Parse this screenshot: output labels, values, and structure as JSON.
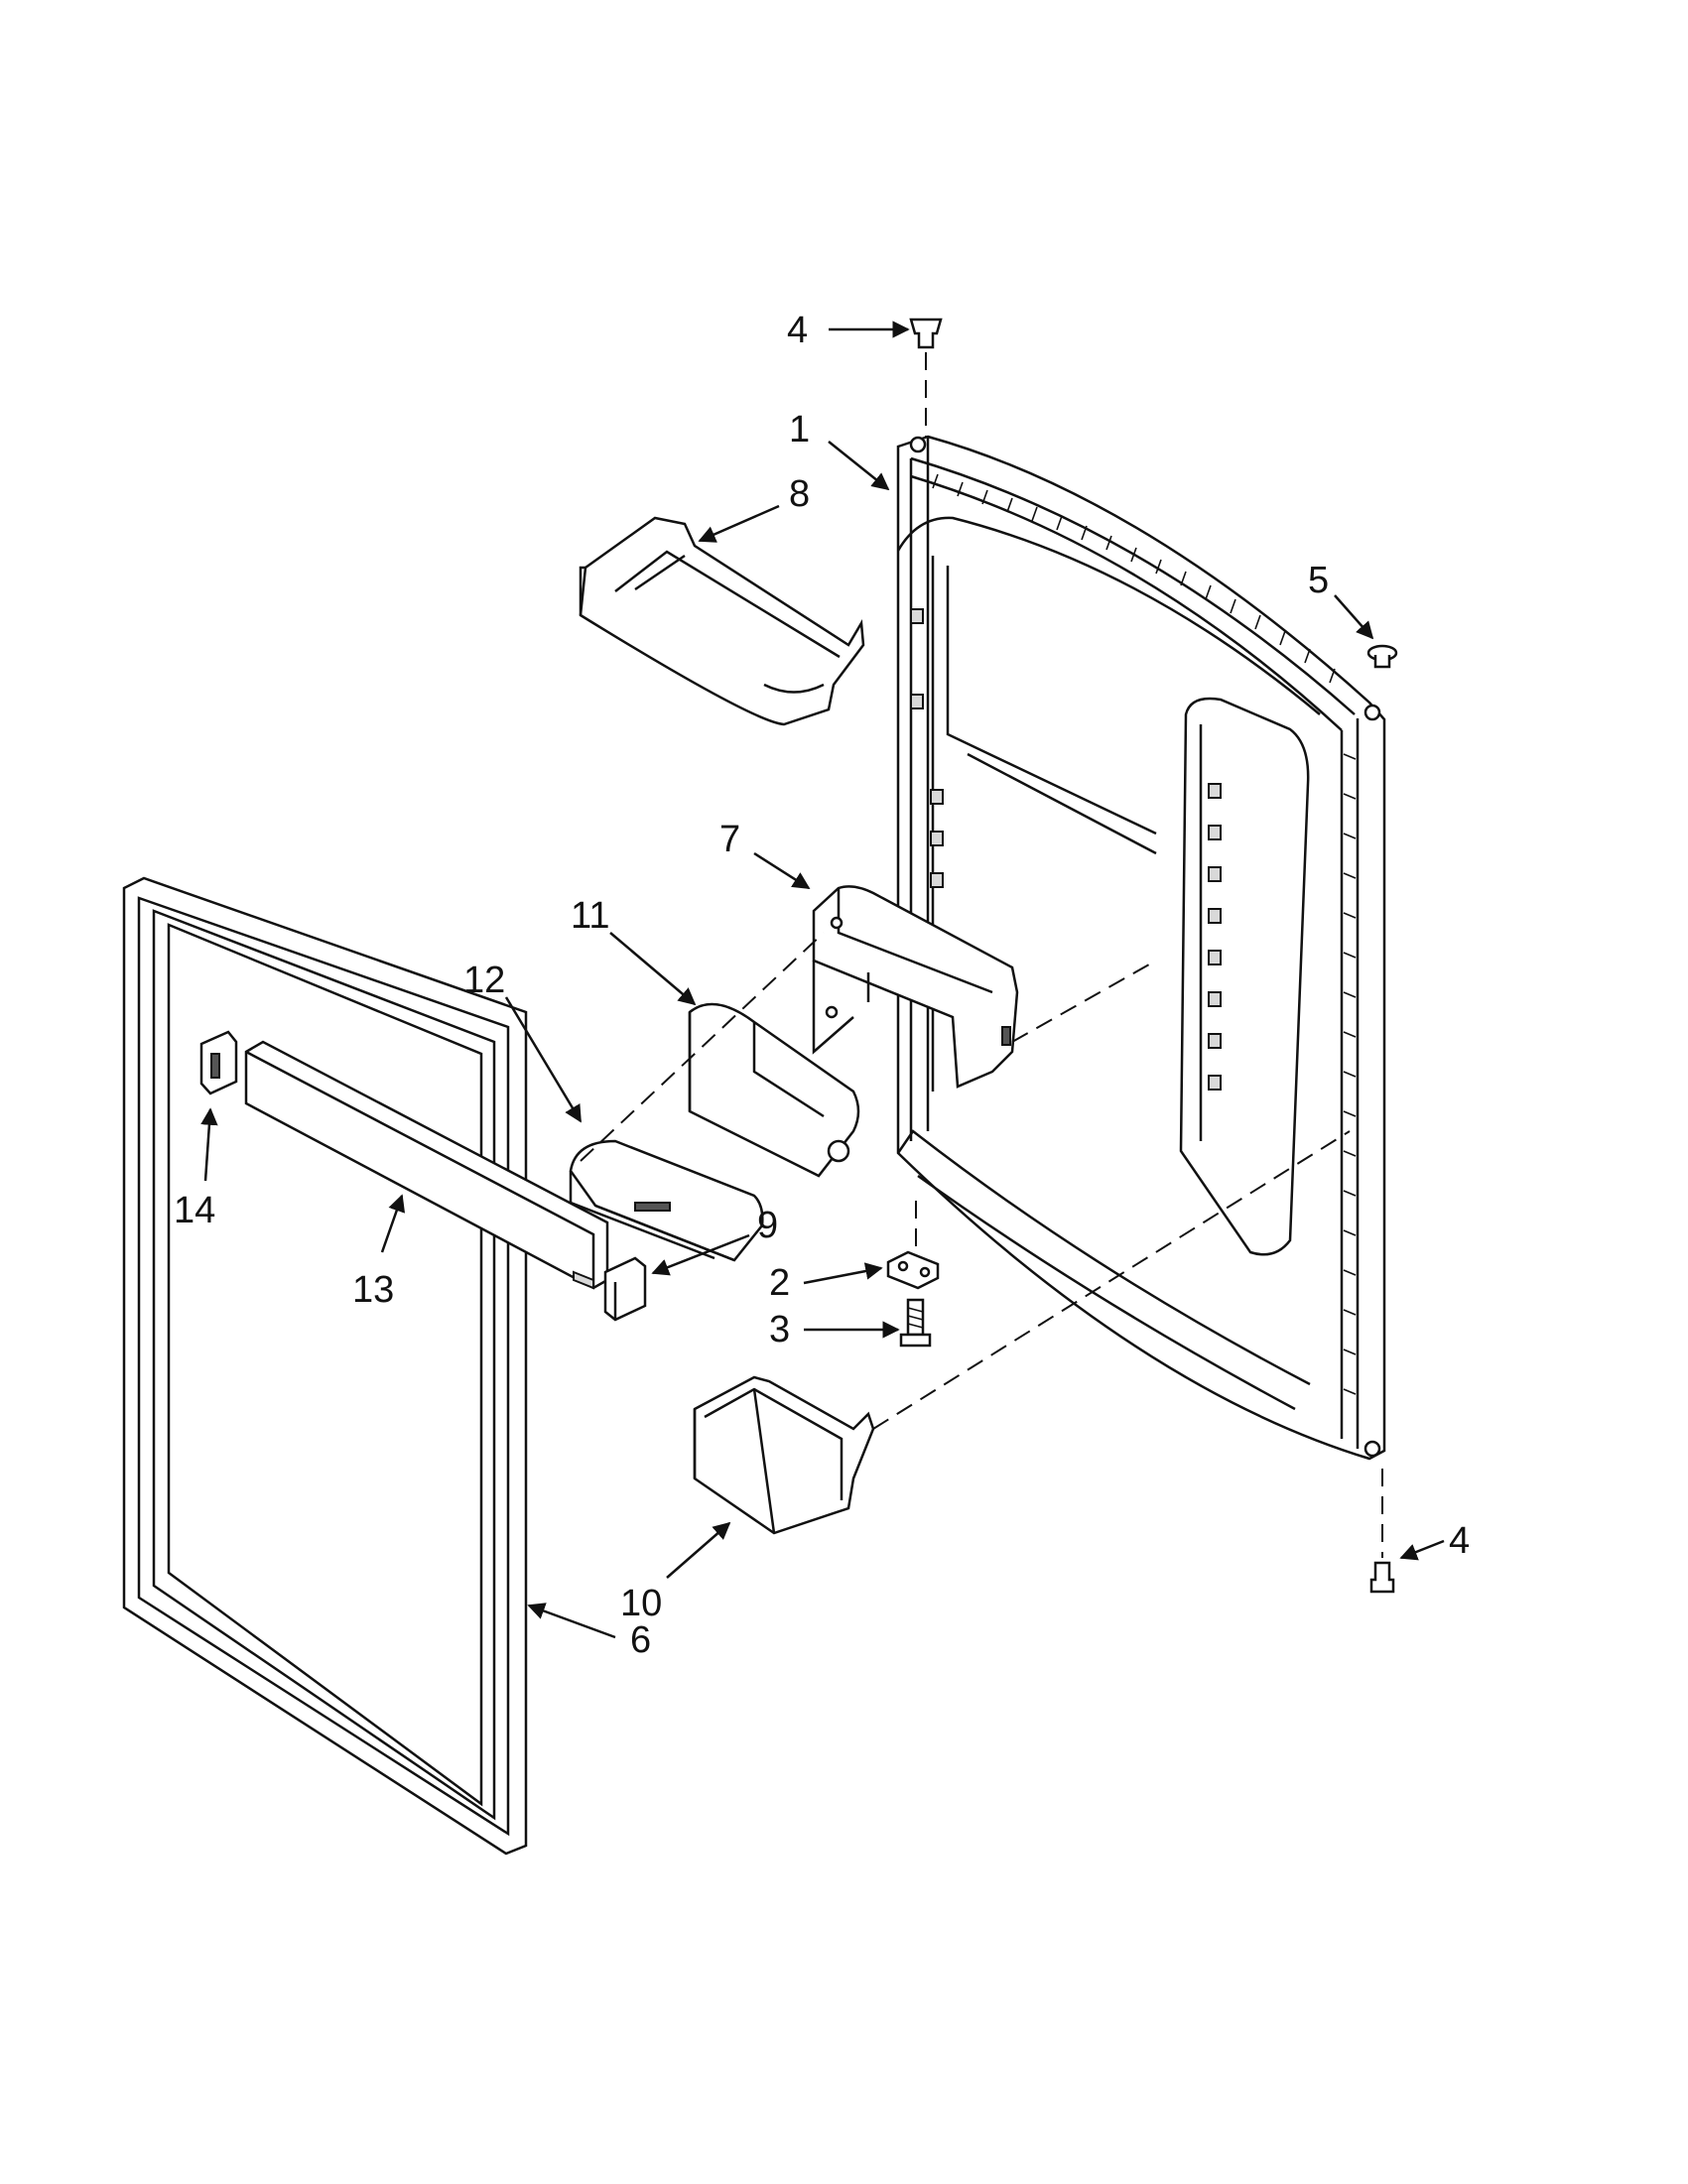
{
  "callouts": {
    "c1": "1",
    "c2": "2",
    "c3": "3",
    "c4_top": "4",
    "c4_bottom": "4",
    "c5": "5",
    "c6": "6",
    "c7": "7",
    "c8": "8",
    "c9": "9",
    "c10": "10",
    "c11": "11",
    "c12": "12",
    "c13": "13",
    "c14": "14"
  }
}
